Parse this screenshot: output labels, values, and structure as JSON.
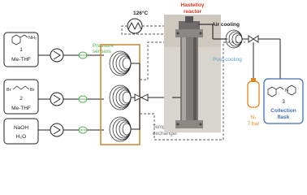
{
  "reactor": {
    "title_line1": "Hastelloy",
    "title_line2": "reactor",
    "temperature": "126°C"
  },
  "air_cooling": {
    "label": "Air cooling"
  },
  "post_cooling": {
    "label": "Post-cooling"
  },
  "pressure_sensors": {
    "line1": "Pressure",
    "line2": "sensors"
  },
  "temperature_exchanger": {
    "line1": "Temperature",
    "line2": "exchanger"
  },
  "reservoirs": [
    {
      "number": "1",
      "solvent": "Me-THF",
      "group": "NH₂"
    },
    {
      "number": "2",
      "solvent": "Me-THF",
      "left_group": "Br",
      "right_group": "Br"
    },
    {
      "line1": "NaOH",
      "line2": "H₂O"
    }
  ],
  "nitrogen": {
    "line1": "N₂",
    "line2": "7 bar"
  },
  "collection": {
    "number": "3",
    "line1": "Collection",
    "line2": "flask",
    "atom": "N"
  },
  "colors": {
    "hastelloy_red": "#d9381e",
    "post_cooling_blue": "#5aa0c8",
    "exchanger_box": "#c8862a",
    "sensor_green": "#4cae4c",
    "flask_border": "#3f6fb5",
    "n2_orange": "#e8841a"
  }
}
